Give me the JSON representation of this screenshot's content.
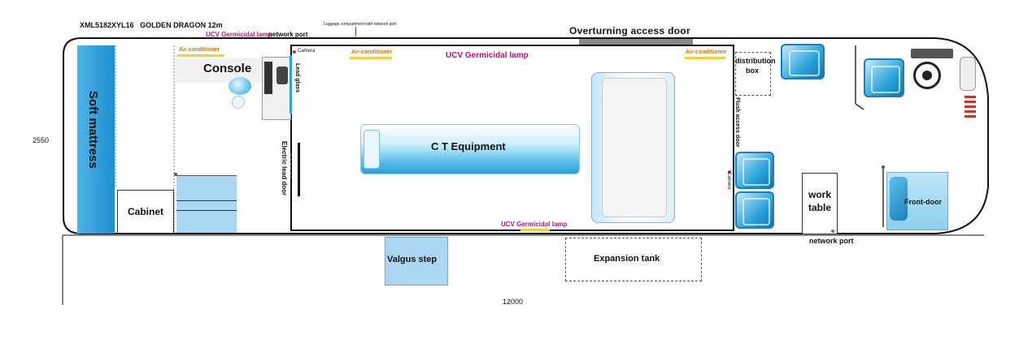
{
  "header": {
    "model": "XML5182XYL16",
    "brand": "GOLDEN DRAGON 12m",
    "ucv_top_left": "UCV Germicidal lamp",
    "network_port_top": "network port",
    "luggage_note": "Luggage compartment with network port",
    "overturning_door": "Overturning access door"
  },
  "dimensions": {
    "width_label": "2550",
    "length_label": "12000"
  },
  "rooms": {
    "soft_mattress": "Soft mattress",
    "cabinet": "Cabinet",
    "console": "Console",
    "air_conditioner_left": "Air-conditioner",
    "camera_left": "Camera",
    "lead_glass": "Lead glass",
    "electric_lead_door": "Electric lead door",
    "air_conditioner_mid": "Air-conditioner",
    "ucv_top_center": "UCV Germicidal lamp",
    "ct_equipment": "C T Equipment",
    "ucv_bottom": "UCV Germicidal lamp",
    "air_conditioner_right": "Air-conditioner",
    "distribution_box": "distribution box",
    "flush_access_door": "Flush access door",
    "camera_right": "Camera",
    "work_table": "work table",
    "front_door": "Front-door",
    "network_port_bottom": "network port",
    "valgus_step": "Valgus step",
    "expansion_tank": "Expansion tank"
  },
  "colors": {
    "blue_light": "#a9d7f4",
    "blue_mid": "#2aa3da",
    "magenta": "#b5167a",
    "gray_bar": "#888888"
  }
}
